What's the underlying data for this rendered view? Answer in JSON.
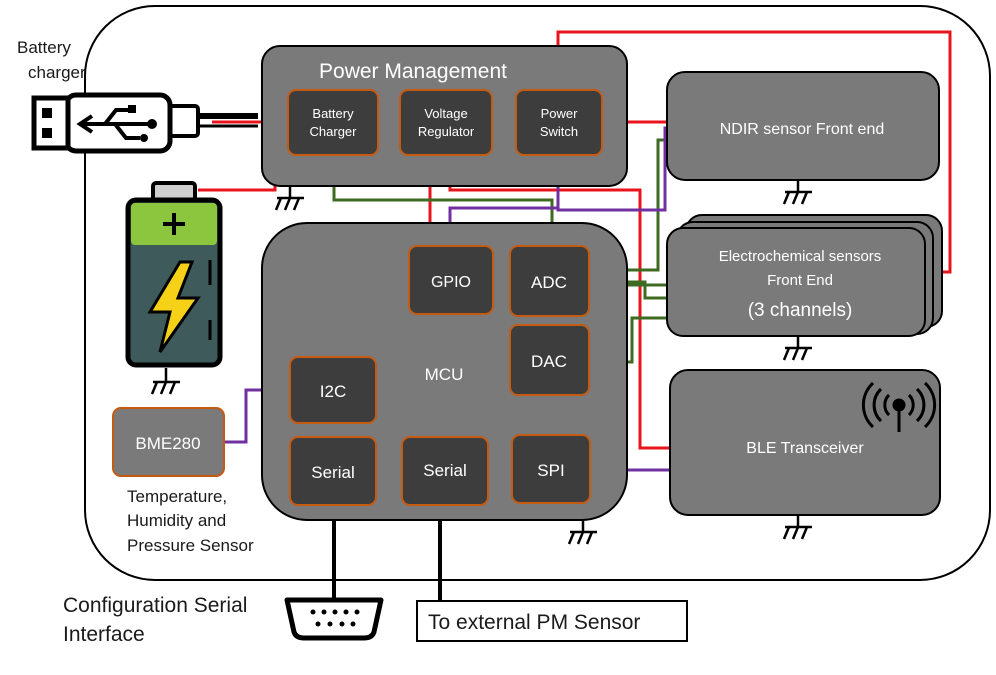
{
  "texts": {
    "battery_charger_label_line1": "Battery",
    "battery_charger_label_line2": "charger",
    "power_management_title": "Power Management",
    "pm_battery_charger_line1": "Battery",
    "pm_battery_charger_line2": "Charger",
    "pm_voltage_regulator_line1": "Voltage",
    "pm_voltage_regulator_line2": "Regulator",
    "pm_power_switch_line1": "Power",
    "pm_power_switch_line2": "Switch",
    "ndir": "NDIR sensor Front end",
    "electrochemical_line1": "Electrochemical sensors",
    "electrochemical_line2": "Front End",
    "electrochemical_line3": "(3 channels)",
    "ble": "BLE Transceiver",
    "mcu": "MCU",
    "gpio": "GPIO",
    "adc": "ADC",
    "dac": "DAC",
    "i2c": "I2C",
    "spi": "SPI",
    "serial_left": "Serial",
    "serial_right": "Serial",
    "bme280": "BME280",
    "bme_caption_line1": "Temperature,",
    "bme_caption_line2": "Humidity and",
    "bme_caption_line3": "Pressure Sensor",
    "config_serial_line1": "Configuration Serial",
    "config_serial_line2": "Interface",
    "external_pm": "To external PM Sensor"
  },
  "colors": {
    "power_line": "#e8141b",
    "bus_green": "#3e6b22",
    "bus_purple": "#7030a0",
    "block_fill": "#7a7a7a",
    "sub_block_fill": "#3d3d3d",
    "sub_block_border": "#c55a11",
    "battery_green": "#8cc63f",
    "battery_dark": "#3e5a5a",
    "bolt_yellow": "#f7d117"
  },
  "icons": [
    "usb-plug-icon",
    "battery-icon",
    "ground-icon",
    "wireless-antenna-icon",
    "db9-connector-icon"
  ]
}
